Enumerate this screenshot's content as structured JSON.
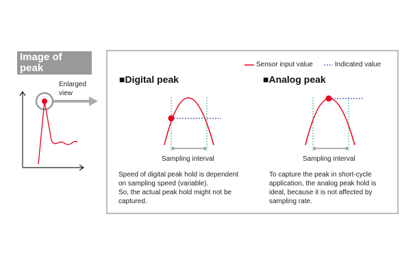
{
  "title": {
    "line1": "Image of",
    "line2": "peak detection"
  },
  "enlarged": {
    "line1": "Enlarged",
    "line2": "view"
  },
  "legend": {
    "sensor": "Sensor input value",
    "indicated": "Indicated value"
  },
  "digital": {
    "heading": "■Digital peak",
    "interval": "Sampling interval",
    "desc": [
      "Speed of digital peak hold is dependent",
      "on sampling speed (variable).",
      "So, the actual peak hold might not be",
      "captured."
    ]
  },
  "analog": {
    "heading": "■Analog peak",
    "interval": "Sampling interval",
    "desc": [
      "To capture the peak in short-cycle",
      "application, the analog peak hold is",
      "ideal, because it is not affected by",
      "sampling rate."
    ]
  },
  "colors": {
    "sensor": "#e8001c",
    "indicated": "#1a1a9a",
    "sampling": "#3aa87a"
  }
}
